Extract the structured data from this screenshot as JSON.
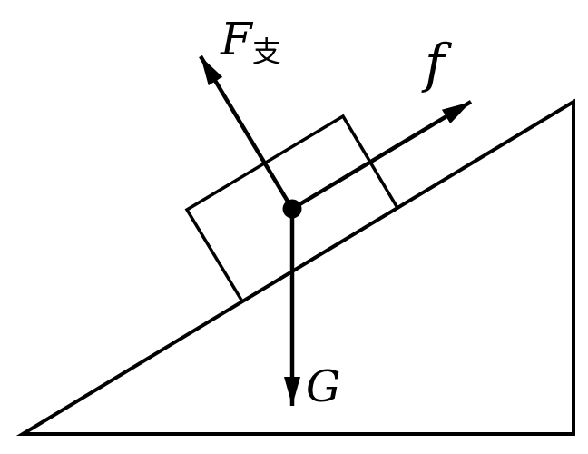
{
  "diagram": {
    "labels": {
      "normal_force_main": "F",
      "normal_force_sub": "支",
      "friction": "f",
      "gravity": "G"
    },
    "colors": {
      "ink": "#000000",
      "background": "#ffffff"
    }
  }
}
